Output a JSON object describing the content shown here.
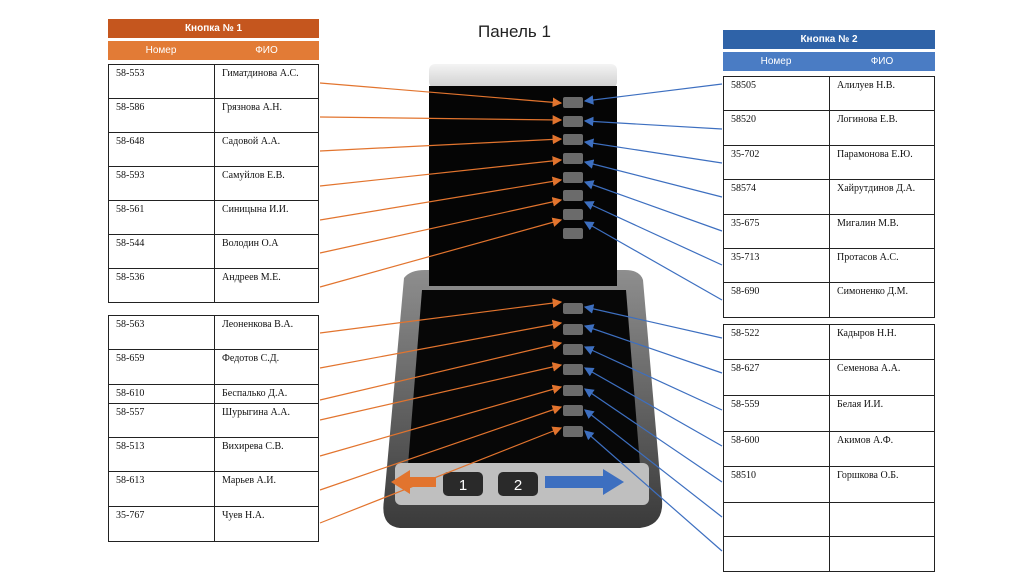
{
  "title": "Панель 1",
  "left": {
    "button_title": "Кнопка № 1",
    "col_number": "Номер",
    "col_name": "ФИО",
    "group1": [
      {
        "number": "58-553",
        "name": "Гиматдинова А.С."
      },
      {
        "number": "58-586",
        "name": "Грязнова А.Н."
      },
      {
        "number": "58-648",
        "name": "Садовой А.А."
      },
      {
        "number": "58-593",
        "name": "Самуйлов Е.В."
      },
      {
        "number": "58-561",
        "name": "Синицына И.И."
      },
      {
        "number": "58-544",
        "name": "Володин О.А"
      },
      {
        "number": "58-536",
        "name": "Андреев М.Е."
      }
    ],
    "group2": [
      {
        "number": "58-563",
        "name": "Леоненкова В.А."
      },
      {
        "number": "58-659",
        "name": "Федотов С.Д."
      },
      {
        "number": "58-610",
        "name": "Беспалько Д.А."
      },
      {
        "number": "58-557",
        "name": "Шурыгина А.А."
      },
      {
        "number": "58-513",
        "name": "Вихирева С.В."
      },
      {
        "number": "58-613",
        "name": "Марьев А.И."
      },
      {
        "number": "35-767",
        "name": "Чуев Н.А."
      }
    ]
  },
  "right": {
    "button_title": "Кнопка № 2",
    "col_number": "Номер",
    "col_name": "ФИО",
    "group1": [
      {
        "number": "58505",
        "name": "Алилуев Н.В."
      },
      {
        "number": "58520",
        "name": "Логинова Е.В."
      },
      {
        "number": "35-702",
        "name": "Парамонова Е.Ю."
      },
      {
        "number": "58574",
        "name": "Хайрутдинов Д.А."
      },
      {
        "number": "35-675",
        "name": "Мигалин М.В."
      },
      {
        "number": "35-713",
        "name": "Протасов А.С."
      },
      {
        "number": "58-690",
        "name": "Симоненко Д.М."
      }
    ],
    "group2": [
      {
        "number": "58-522",
        "name": "Кадыров Н.Н."
      },
      {
        "number": "58-627",
        "name": "Семенова А.А."
      },
      {
        "number": "58-559",
        "name": "Белая И.И."
      },
      {
        "number": "58-600",
        "name": "Акимов А.Ф."
      },
      {
        "number": "58510",
        "name": "Горшкова О.Б."
      },
      {
        "number": "",
        "name": ""
      },
      {
        "number": "",
        "name": ""
      }
    ]
  },
  "device": {
    "page_button_1": "1",
    "page_button_2": "2"
  },
  "colors": {
    "orange": "#e2742e",
    "blue": "#3d6fc0"
  }
}
